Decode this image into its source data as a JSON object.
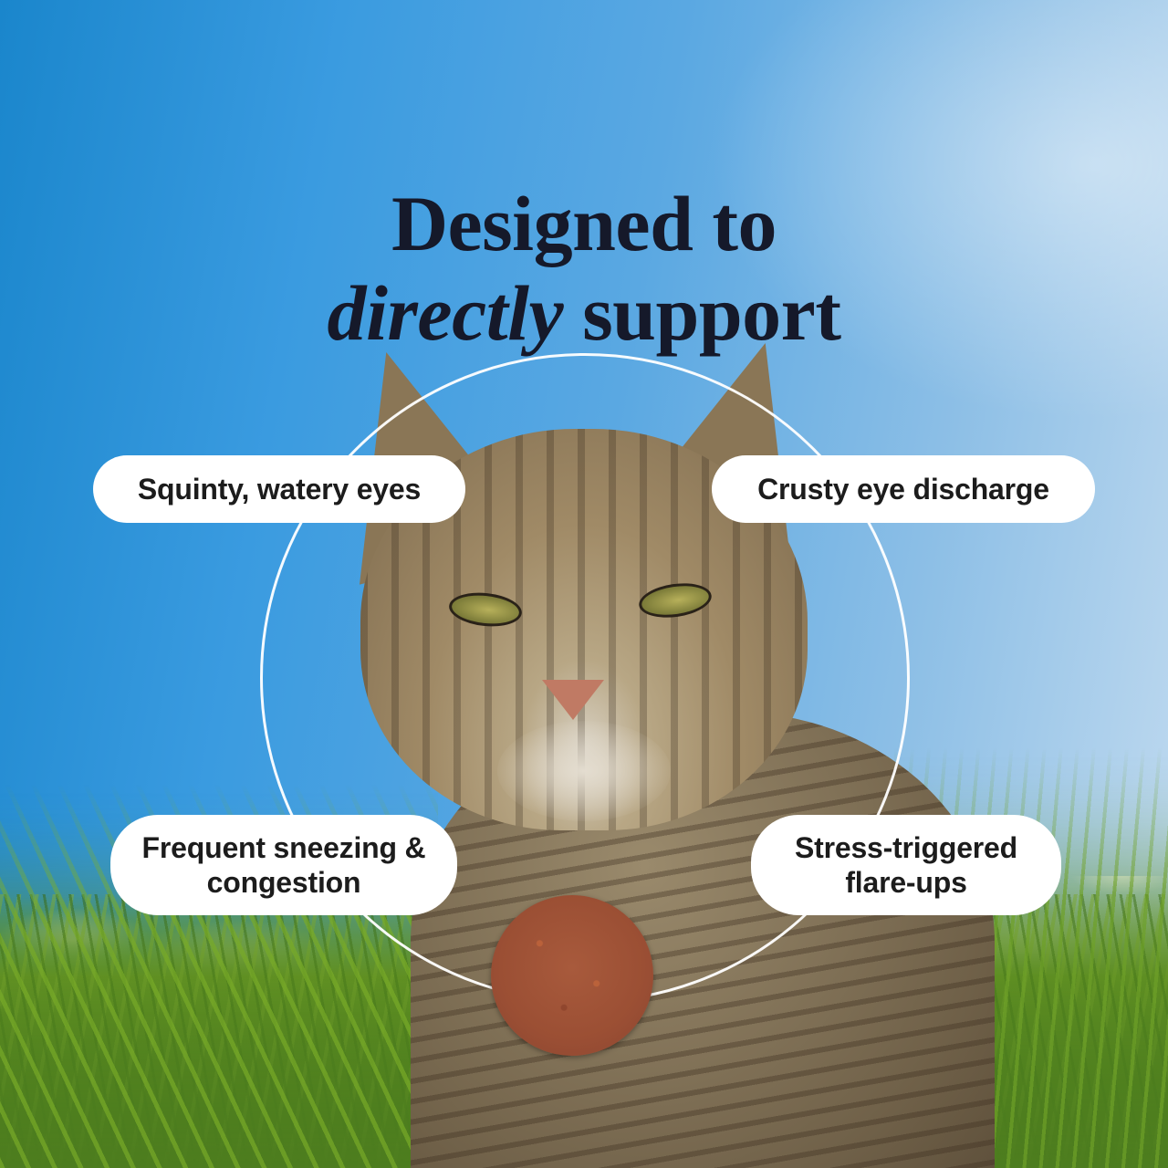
{
  "headline": {
    "line1": "Designed to",
    "line2_italic": "directly",
    "line2_rest": " support"
  },
  "callouts": [
    {
      "label": "Squinty, watery eyes"
    },
    {
      "label": "Crusty eye discharge"
    },
    {
      "label": "Frequent sneezing & congestion"
    },
    {
      "label": "Stress-triggered flare-ups"
    }
  ],
  "imagery": {
    "subject": "tabby cat with squinting, watery eyes",
    "background": "blue sky over green grass",
    "product": "round chew treat",
    "overlay": "thin white ring around cat's head"
  },
  "colors": {
    "headline_text": "#15192a",
    "pill_background": "#ffffff",
    "pill_text": "#1c1c1c",
    "sky_left": "#1a86cc",
    "sky_right": "#c4dcf0",
    "chew": "#9b4f34",
    "grass": "#4d7d1f"
  }
}
